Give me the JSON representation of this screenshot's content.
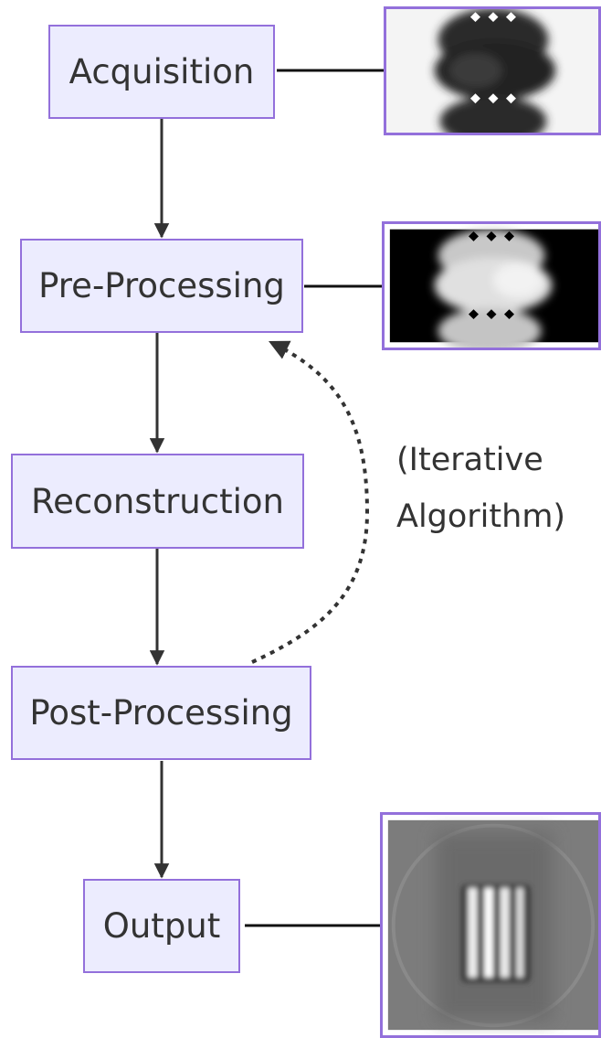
{
  "nodes": {
    "acquisition": "Acquisition",
    "preprocessing": "Pre-Processing",
    "reconstruction": "Reconstruction",
    "postprocessing": "Post-Processing",
    "output": "Output"
  },
  "loop_label": {
    "line1": "(Iterative",
    "line2": "Algorithm)"
  },
  "colors": {
    "node_fill": "#ececfe",
    "node_border": "#9370db",
    "edge": "#333333"
  }
}
